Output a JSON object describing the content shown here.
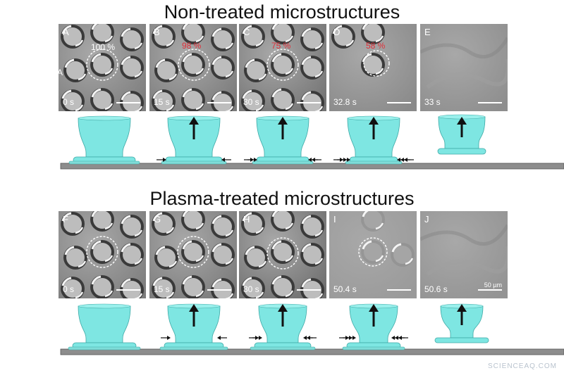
{
  "sections": [
    {
      "title": "Non-treated microstructures",
      "panels": [
        {
          "label": "A",
          "time": "0 s",
          "pct": "100 %",
          "pct_color": "#ffffff",
          "circle_color": "#ffffff",
          "side_label": "A"
        },
        {
          "label": "B",
          "time": "15 s",
          "pct": "98 %",
          "pct_color": "#e0303a",
          "circle_color": "#ffffff"
        },
        {
          "label": "C",
          "time": "30 s",
          "pct": "75 %",
          "pct_color": "#e0303a",
          "circle_color": "#ffffff"
        },
        {
          "label": "D",
          "time": "32.8 s",
          "pct": "58 %",
          "pct_color": "#e0303a",
          "circle_color": "#ffffff"
        },
        {
          "label": "E",
          "time": "33 s",
          "pct": "",
          "pct_color": "#ffffff",
          "circle_color": ""
        }
      ]
    },
    {
      "title": "Plasma-treated microstructures",
      "panels": [
        {
          "label": "F",
          "time": "0 s",
          "pct": "",
          "pct_color": "#ffffff",
          "circle_color": "#ffffff"
        },
        {
          "label": "G",
          "time": "15 s",
          "pct": "",
          "pct_color": "#ffffff",
          "circle_color": "#ffffff"
        },
        {
          "label": "H",
          "time": "30 s",
          "pct": "",
          "pct_color": "#ffffff",
          "circle_color": "#ffffff"
        },
        {
          "label": "I",
          "time": "50.4 s",
          "pct": "",
          "pct_color": "#ffffff",
          "circle_color": "#ffffff"
        },
        {
          "label": "J",
          "time": "50.6 s",
          "pct": "",
          "pct_color": "#ffffff",
          "circle_color": "",
          "scale_text": "50 µm"
        }
      ]
    }
  ],
  "colors": {
    "pillar": "#7ee6e2",
    "pillar_stroke": "#3fa9a6",
    "substrate": "#8d8d8d"
  },
  "watermark": "SCIENCEAQ.COM"
}
